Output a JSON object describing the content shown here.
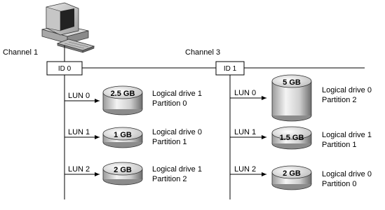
{
  "channels": [
    {
      "label": "Channel 1",
      "id_label": "ID 0",
      "luns": [
        {
          "lun": "LUN 0",
          "size": "2.5 GB",
          "drive": "Logical drive 1",
          "partition": "Partition 0"
        },
        {
          "lun": "LUN 1",
          "size": "1 GB",
          "drive": "Logical drive 0",
          "partition": "Partition 1"
        },
        {
          "lun": "LUN 2",
          "size": "2 GB",
          "drive": "Logical drive 1",
          "partition": "Partition 2"
        }
      ]
    },
    {
      "label": "Channel 3",
      "id_label": "ID 1",
      "luns": [
        {
          "lun": "LUN 0",
          "size": "5 GB",
          "drive": "Logical drive 0",
          "partition": "Partition 2"
        },
        {
          "lun": "LUN 1",
          "size": "1.5 GB",
          "drive": "Logical drive 1",
          "partition": "Partition 1"
        },
        {
          "lun": "LUN 2",
          "size": "2 GB",
          "drive": "Logical drive 0",
          "partition": "Partition 0"
        }
      ]
    }
  ],
  "computer_icon": "desktop-computer-icon",
  "colors": {
    "disk_light": "#f2f2f2",
    "disk_dark": "#7a7a7a",
    "line": "#000000"
  }
}
